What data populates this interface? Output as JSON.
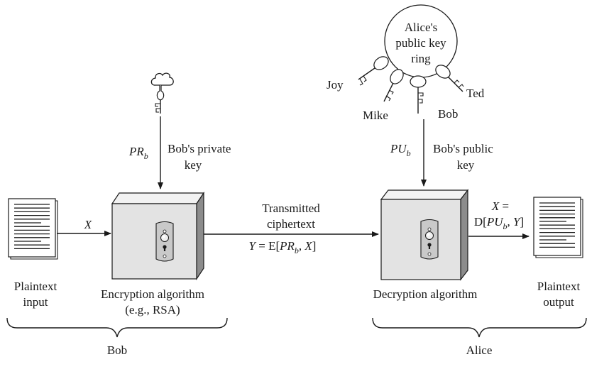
{
  "diagram": {
    "plaintext_input": [
      "Plaintext",
      "input"
    ],
    "plaintext_output": [
      "Plaintext",
      "output"
    ],
    "input_var": "X",
    "private_key_var": "PR",
    "private_key_sub": "b",
    "private_key_label": [
      "Bob's private",
      "key"
    ],
    "public_key_var": "PU",
    "public_key_sub": "b",
    "public_key_label": [
      "Bob's public",
      "key"
    ],
    "transmitted": [
      "Transmitted",
      "ciphertext"
    ],
    "cipher_eq": {
      "pre": "Y = E[",
      "var": "PR",
      "sub": "b",
      "post": ", X]"
    },
    "output_eq": {
      "line1": "X =",
      "pre": "D[",
      "var": "PU",
      "sub": "b",
      "post": ", Y]"
    },
    "encryption": [
      "Encryption algorithm",
      "(e.g., RSA)"
    ],
    "decryption": "Decryption algorithm",
    "key_ring": [
      "Alice's",
      "public key",
      "ring"
    ],
    "key_names": {
      "joy": "Joy",
      "mike": "Mike",
      "bob": "Bob",
      "ted": "Ted"
    },
    "bob": "Bob",
    "alice": "Alice"
  }
}
